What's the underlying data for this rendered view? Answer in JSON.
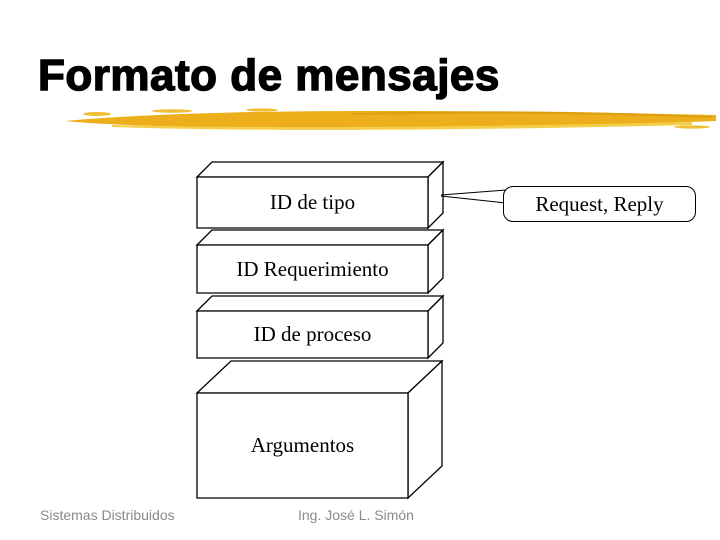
{
  "slide": {
    "title": "Formato de mensajes",
    "footer": {
      "left": "Sistemas Distribuidos",
      "center": "Ing. José L. Simón"
    }
  },
  "diagram": {
    "boxes": [
      {
        "label": "ID de tipo"
      },
      {
        "label": "ID Requerimiento"
      },
      {
        "label": "ID de proceso"
      },
      {
        "label": "Argumentos"
      }
    ],
    "callout": {
      "label": "Request, Reply"
    }
  },
  "colors": {
    "swoosh_gold": "#ECAF1B",
    "swoosh_light": "#F5CE49",
    "swoosh_dark": "#DC9F10",
    "swoosh_speckle": "#F0BE35",
    "line_stroke": "#000000",
    "footer_text": "#8a8a8a",
    "background": "#ffffff"
  }
}
